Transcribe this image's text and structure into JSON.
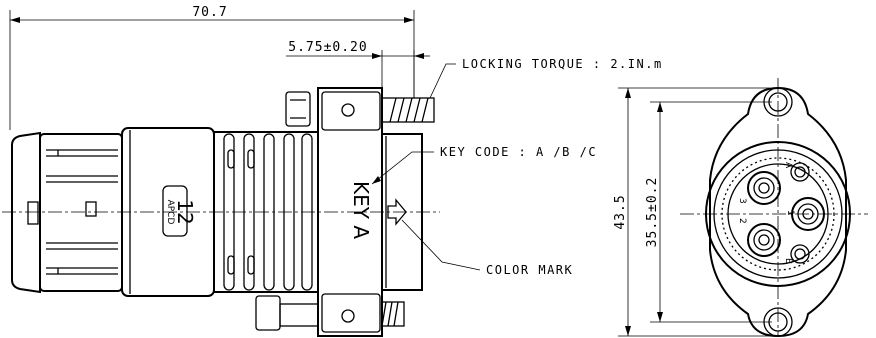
{
  "dimensions": {
    "overall_length": "70.7",
    "flange_offset": "5.75±0.20",
    "height_overall": "43.5",
    "hole_spacing": "35.5±0.2"
  },
  "callouts": {
    "locking_torque": "LOCKING TORQUE : 2.IN.m",
    "key_code": "KEY CODE : A /B /C",
    "color_mark": "COLOR MARK"
  },
  "markings": {
    "key": "KEY A",
    "logo_number": "12",
    "logo_brand": "APCD",
    "contact_labels": [
      "A",
      "3",
      "2",
      "1",
      "B"
    ]
  }
}
